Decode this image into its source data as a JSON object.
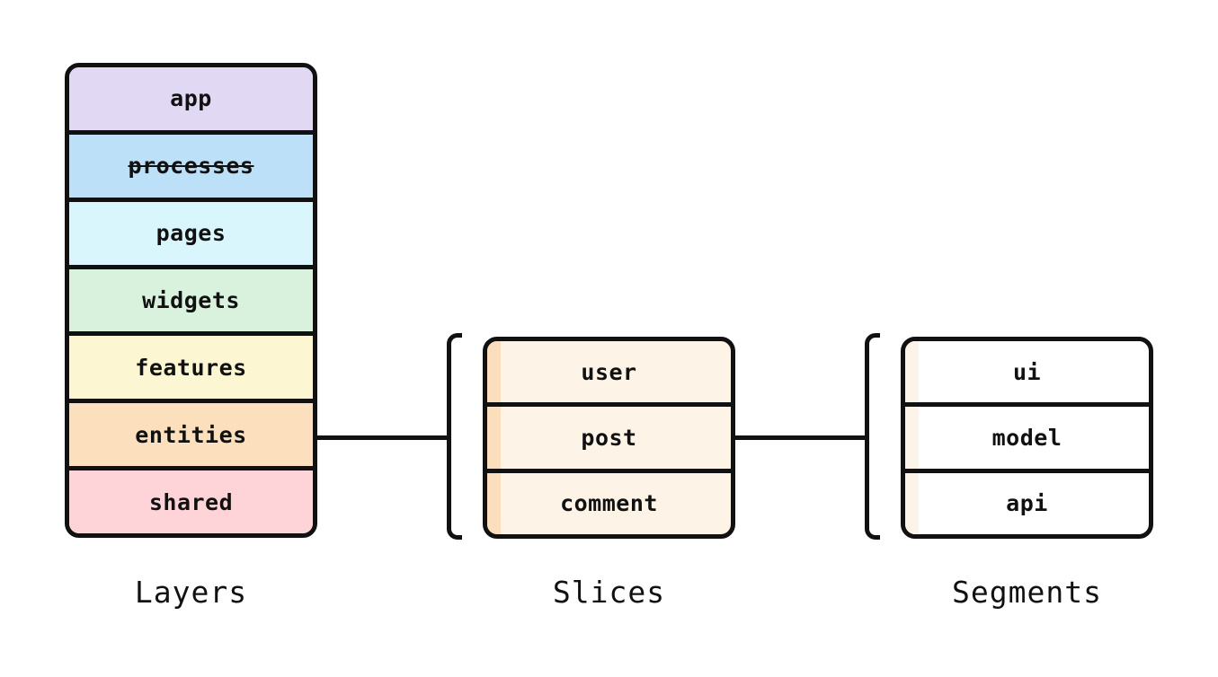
{
  "diagram": {
    "background_color": "#ffffff",
    "stroke_color": "#111111",
    "layers": {
      "caption": "Layers",
      "rows": [
        {
          "label": "app",
          "color": "#e1d8f4",
          "strikethrough": false
        },
        {
          "label": "processes",
          "color": "#bde0f9",
          "strikethrough": true
        },
        {
          "label": "pages",
          "color": "#d9f6fd",
          "strikethrough": false
        },
        {
          "label": "widgets",
          "color": "#d8f2de",
          "strikethrough": false
        },
        {
          "label": "features",
          "color": "#fdf6d2",
          "strikethrough": false
        },
        {
          "label": "entities",
          "color": "#fcdfbc",
          "strikethrough": false
        },
        {
          "label": "shared",
          "color": "#ffd4d8",
          "strikethrough": false
        }
      ]
    },
    "slices": {
      "caption": "Slices",
      "body_color": "#fdf3e7",
      "strip_color": "#fbdfbc",
      "rows": [
        {
          "label": "user"
        },
        {
          "label": "post"
        },
        {
          "label": "comment"
        }
      ]
    },
    "segments": {
      "caption": "Segments",
      "body_color": "#ffffff",
      "strip_color": "#fdf4e9",
      "rows": [
        {
          "label": "ui"
        },
        {
          "label": "model"
        },
        {
          "label": "api"
        }
      ]
    }
  }
}
